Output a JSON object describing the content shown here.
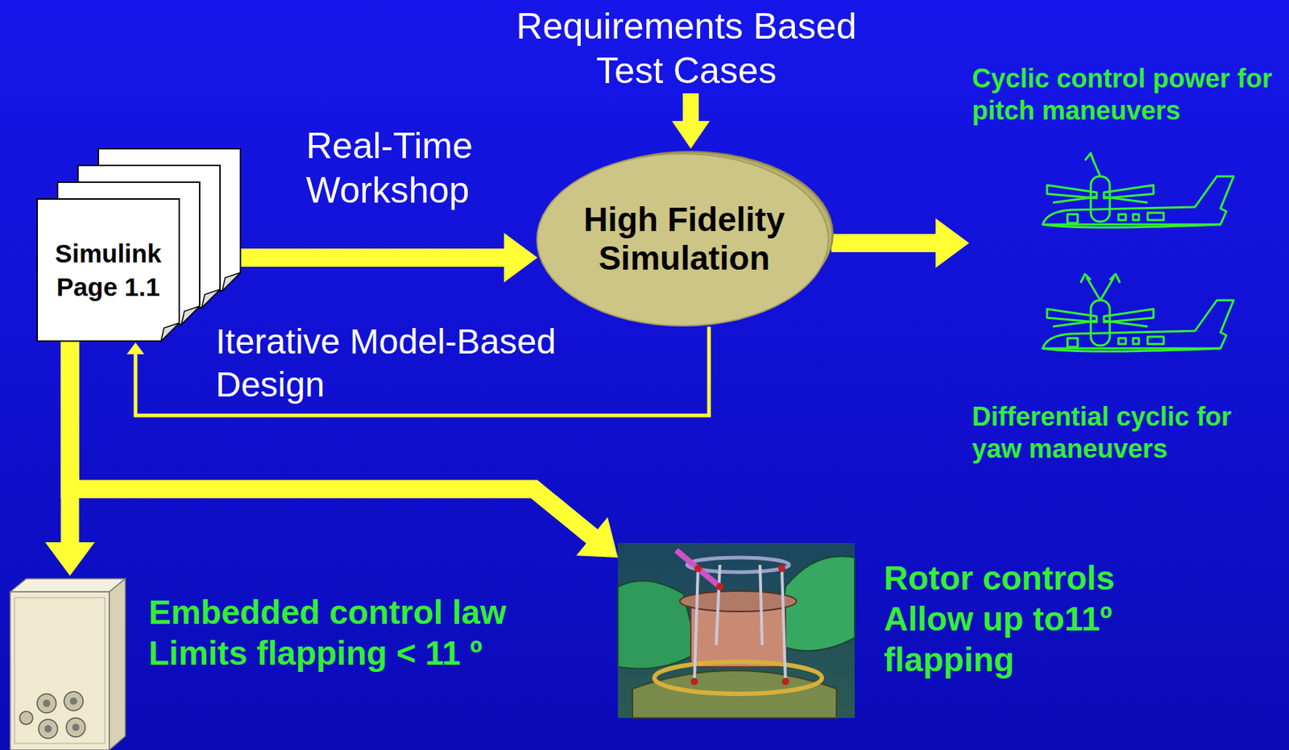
{
  "diagram": {
    "nodes": [
      {
        "text": [
          "Simulink Page 1.1"
        ]
      },
      {
        "text": [
          "High Fidelity Simulation"
        ]
      },
      {
        "text": [
          "Embedded control law Limits flapping < 11 º"
        ]
      },
      {
        "text": [
          "Rotor controls Allow up to11º flapping"
        ]
      },
      {
        "text": [
          "Cyclic control power for pitch maneuvers",
          "Differential cyclic for yaw maneuvers"
        ]
      }
    ],
    "edges": [
      {
        "from": 0,
        "to": 1,
        "arrow": "to",
        "label": "Real-Time Workshop"
      },
      {
        "from": 1,
        "to": 0,
        "arrow": "to",
        "label": "Iterative Model-Based Design"
      },
      {
        "from": 0,
        "to": 2,
        "arrow": "to"
      },
      {
        "from": 0,
        "to": 3,
        "arrow": "to"
      },
      {
        "from": 1,
        "to": 4,
        "arrow": "to"
      }
    ],
    "labels": [
      "Requirements Based Test Cases"
    ]
  }
}
